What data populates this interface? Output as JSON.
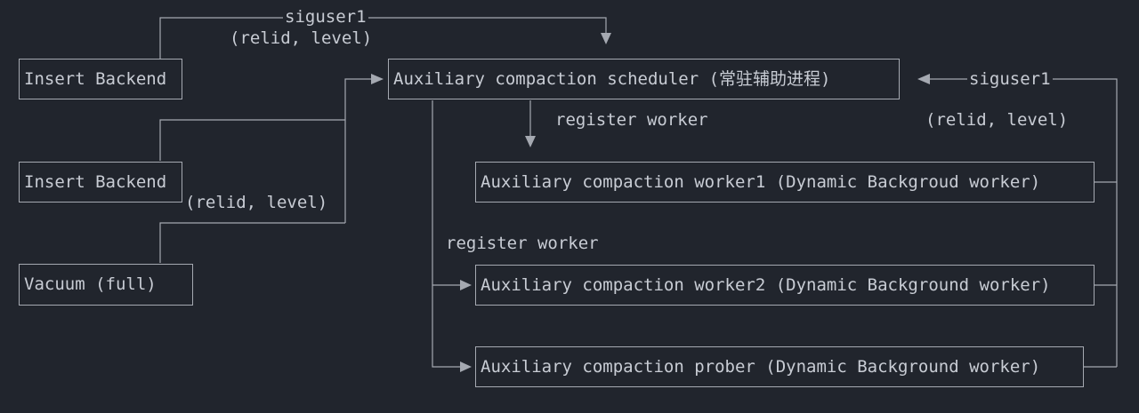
{
  "diagram": {
    "nodes": {
      "insert_backend_1": "Insert Backend",
      "insert_backend_2": "Insert Backend",
      "vacuum_full": "Vacuum (full)",
      "scheduler": "Auxiliary compaction scheduler (常驻辅助进程)",
      "worker1": "Auxiliary compaction worker1 (Dynamic Backgroud worker)",
      "worker2": "Auxiliary compaction worker2 (Dynamic Background worker)",
      "prober": "Auxiliary compaction prober (Dynamic Background worker)"
    },
    "edge_labels": {
      "top_signal": "siguser1",
      "top_args": "(relid, level)",
      "left_args": "(relid, level)",
      "register_worker_1": "register worker",
      "register_worker_2": "register worker",
      "right_signal": "siguser1",
      "right_args": "(relid, level)"
    },
    "colors": {
      "background": "#21252d",
      "line": "#a5a9b1",
      "text": "#c8ccd4"
    }
  }
}
